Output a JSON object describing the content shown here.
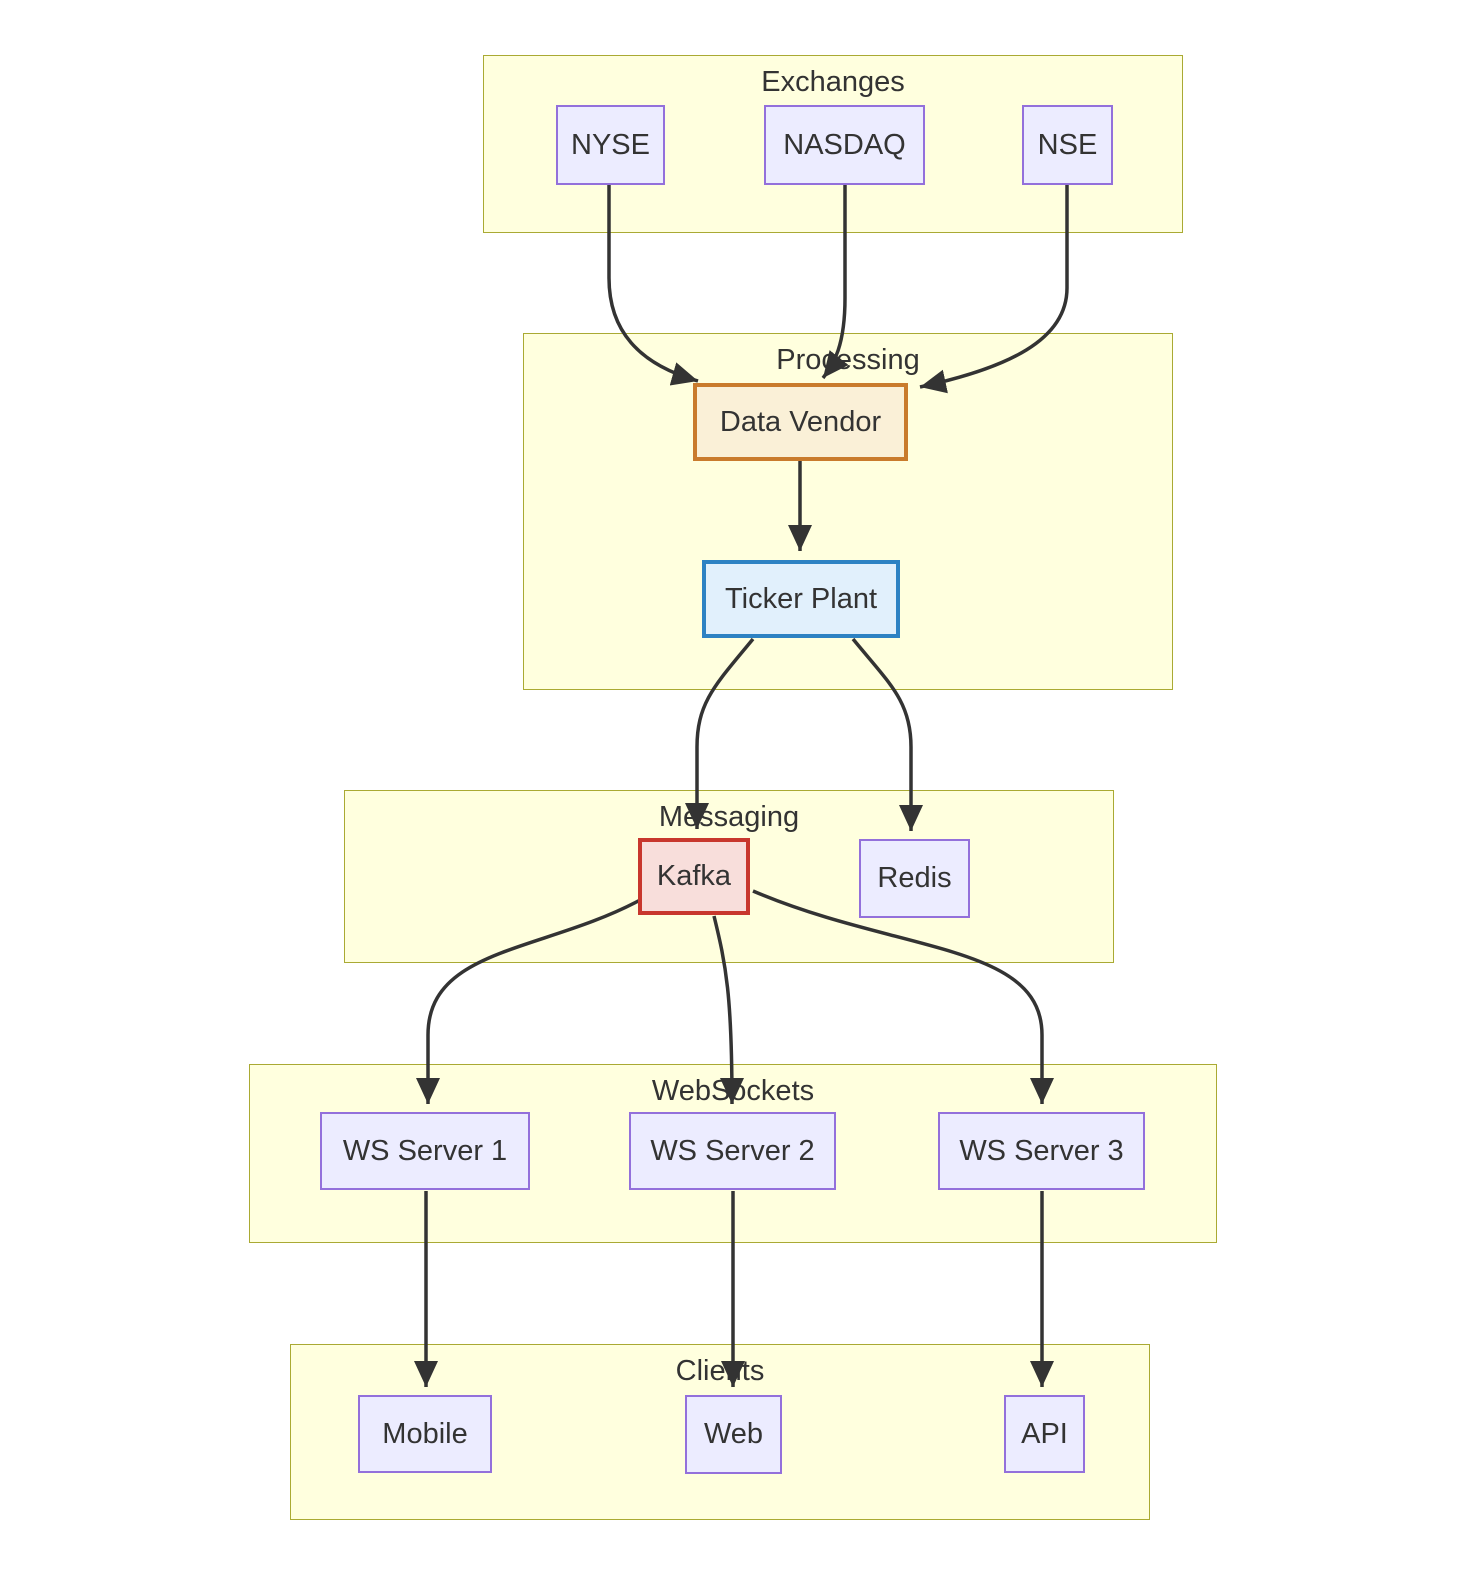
{
  "diagram": {
    "type": "flowchart",
    "direction": "top-to-bottom",
    "subgraphs": [
      {
        "id": "exchanges",
        "title": "Exchanges",
        "nodes": [
          "NYSE",
          "NASDAQ",
          "NSE"
        ]
      },
      {
        "id": "processing",
        "title": "Processing",
        "nodes": [
          "Data Vendor",
          "Ticker Plant"
        ]
      },
      {
        "id": "messaging",
        "title": "Messaging",
        "nodes": [
          "Kafka",
          "Redis"
        ]
      },
      {
        "id": "websockets",
        "title": "WebSockets",
        "nodes": [
          "WS Server 1",
          "WS Server 2",
          "WS Server 3"
        ]
      },
      {
        "id": "clients",
        "title": "Clients",
        "nodes": [
          "Mobile",
          "Web",
          "API"
        ]
      }
    ],
    "nodes": {
      "nyse": {
        "label": "NYSE",
        "subgraph": "Exchanges",
        "style": "default"
      },
      "nasdaq": {
        "label": "NASDAQ",
        "subgraph": "Exchanges",
        "style": "default"
      },
      "nse": {
        "label": "NSE",
        "subgraph": "Exchanges",
        "style": "default"
      },
      "data_vendor": {
        "label": "Data Vendor",
        "subgraph": "Processing",
        "style": "vendor"
      },
      "ticker_plant": {
        "label": "Ticker Plant",
        "subgraph": "Processing",
        "style": "ticker"
      },
      "kafka": {
        "label": "Kafka",
        "subgraph": "Messaging",
        "style": "kafka"
      },
      "redis": {
        "label": "Redis",
        "subgraph": "Messaging",
        "style": "default"
      },
      "ws_server_1": {
        "label": "WS Server 1",
        "subgraph": "WebSockets",
        "style": "default"
      },
      "ws_server_2": {
        "label": "WS Server 2",
        "subgraph": "WebSockets",
        "style": "default"
      },
      "ws_server_3": {
        "label": "WS Server 3",
        "subgraph": "WebSockets",
        "style": "default"
      },
      "mobile": {
        "label": "Mobile",
        "subgraph": "Clients",
        "style": "default"
      },
      "web": {
        "label": "Web",
        "subgraph": "Clients",
        "style": "default"
      },
      "api": {
        "label": "API",
        "subgraph": "Clients",
        "style": "default"
      }
    },
    "edges": [
      {
        "from": "NYSE",
        "to": "Data Vendor"
      },
      {
        "from": "NASDAQ",
        "to": "Data Vendor"
      },
      {
        "from": "NSE",
        "to": "Data Vendor"
      },
      {
        "from": "Data Vendor",
        "to": "Ticker Plant"
      },
      {
        "from": "Ticker Plant",
        "to": "Kafka"
      },
      {
        "from": "Ticker Plant",
        "to": "Redis"
      },
      {
        "from": "Kafka",
        "to": "WS Server 1"
      },
      {
        "from": "Kafka",
        "to": "WS Server 2"
      },
      {
        "from": "Kafka",
        "to": "WS Server 3"
      },
      {
        "from": "WS Server 1",
        "to": "Mobile"
      },
      {
        "from": "WS Server 2",
        "to": "Web"
      },
      {
        "from": "WS Server 3",
        "to": "API"
      }
    ],
    "colors": {
      "background": "#FFFFFF",
      "subgraph_fill": "#FFFFDE",
      "subgraph_border": "#AAAA33",
      "node_default_fill": "#ECECFF",
      "node_default_border": "#9370DB",
      "data_vendor_fill": "#FAF0D7",
      "data_vendor_border": "#C97B2C",
      "ticker_plant_fill": "#E1F0FC",
      "ticker_plant_border": "#2D82C3",
      "kafka_fill": "#F8DEDB",
      "kafka_border": "#C8372D",
      "edge_stroke": "#333333",
      "text": "#333333"
    }
  }
}
